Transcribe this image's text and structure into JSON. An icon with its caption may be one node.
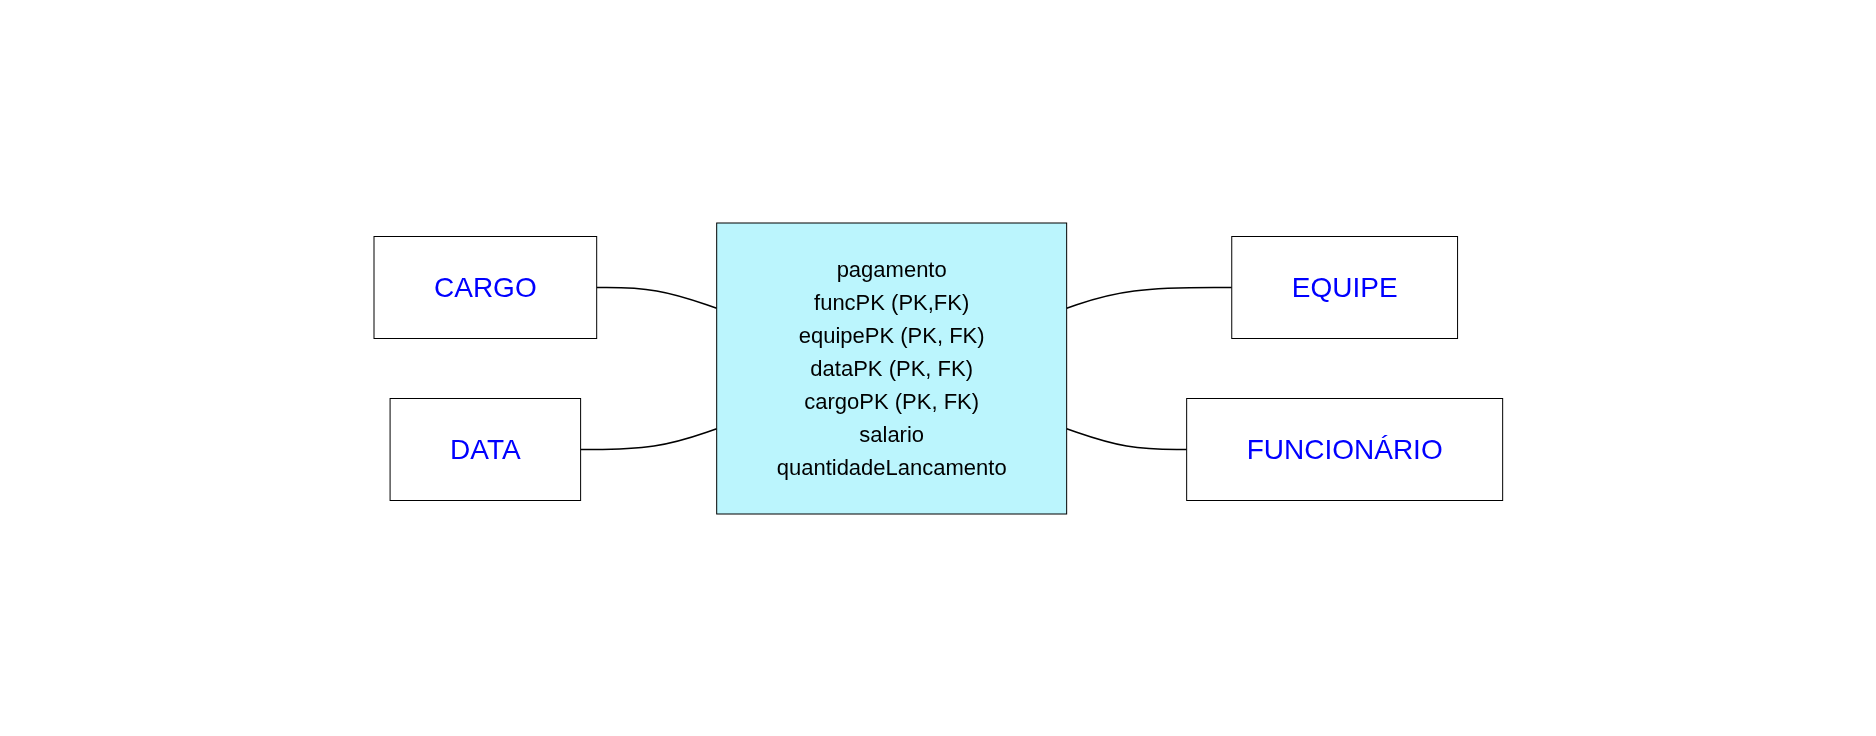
{
  "diagram": {
    "nodes": [
      {
        "text": [
          "CARGO"
        ]
      },
      {
        "text": [
          "pagamento",
          "funcPK (PK,FK)",
          "equipePK (PK, FK)",
          "dataPK (PK, FK)",
          "cargoPK (PK, FK)",
          "salario",
          "quantidadeLancamento"
        ]
      },
      {
        "text": [
          "EQUIPE"
        ]
      },
      {
        "text": [
          "DATA"
        ]
      },
      {
        "text": [
          "FUNCIONÁRIO"
        ]
      }
    ],
    "edges": [
      {
        "from": 0,
        "to": 1,
        "arrow": "none"
      },
      {
        "from": 1,
        "to": 2,
        "arrow": "none"
      },
      {
        "from": 3,
        "to": 1,
        "arrow": "none"
      },
      {
        "from": 1,
        "to": 4,
        "arrow": "none"
      }
    ]
  }
}
